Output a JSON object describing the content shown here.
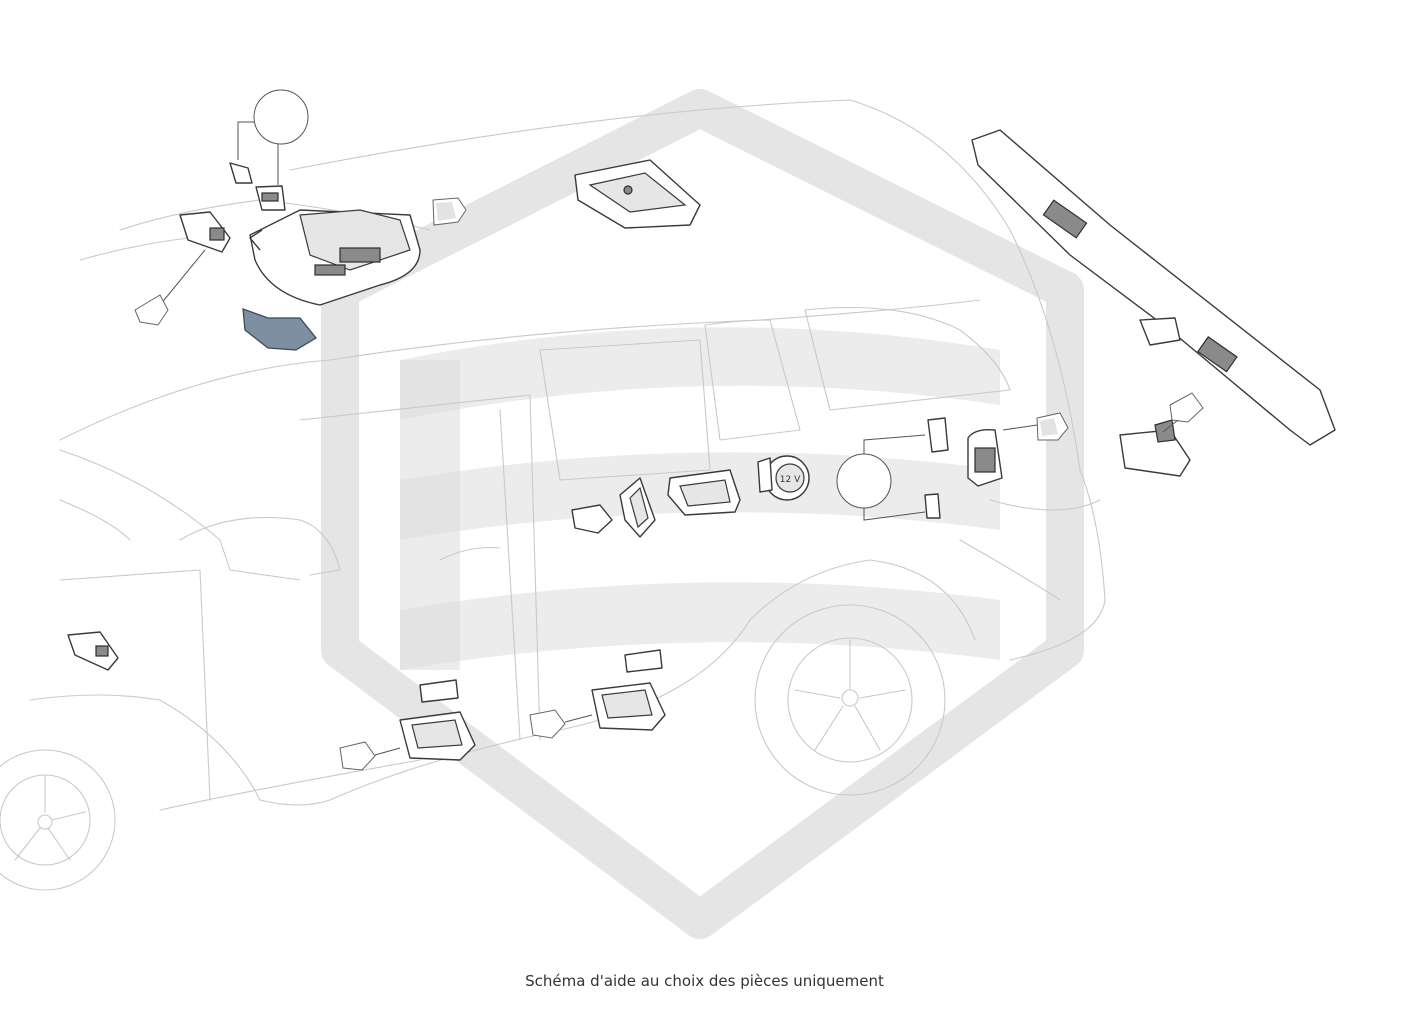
{
  "caption": "Schéma d'aide au choix des pièces uniquement",
  "colors": {
    "background": "#ffffff",
    "vehicle_outline": "#c9c9c9",
    "part_outline": "#3a3a3a",
    "highlighted_part": "#7d8fa0",
    "watermark": "#dcdcdc"
  },
  "icons": {
    "watermark": "brand-watermark-shield",
    "wheel_emblem": "three-pointed-star-icon"
  },
  "components": {
    "usb_socket_label": "12 V"
  }
}
